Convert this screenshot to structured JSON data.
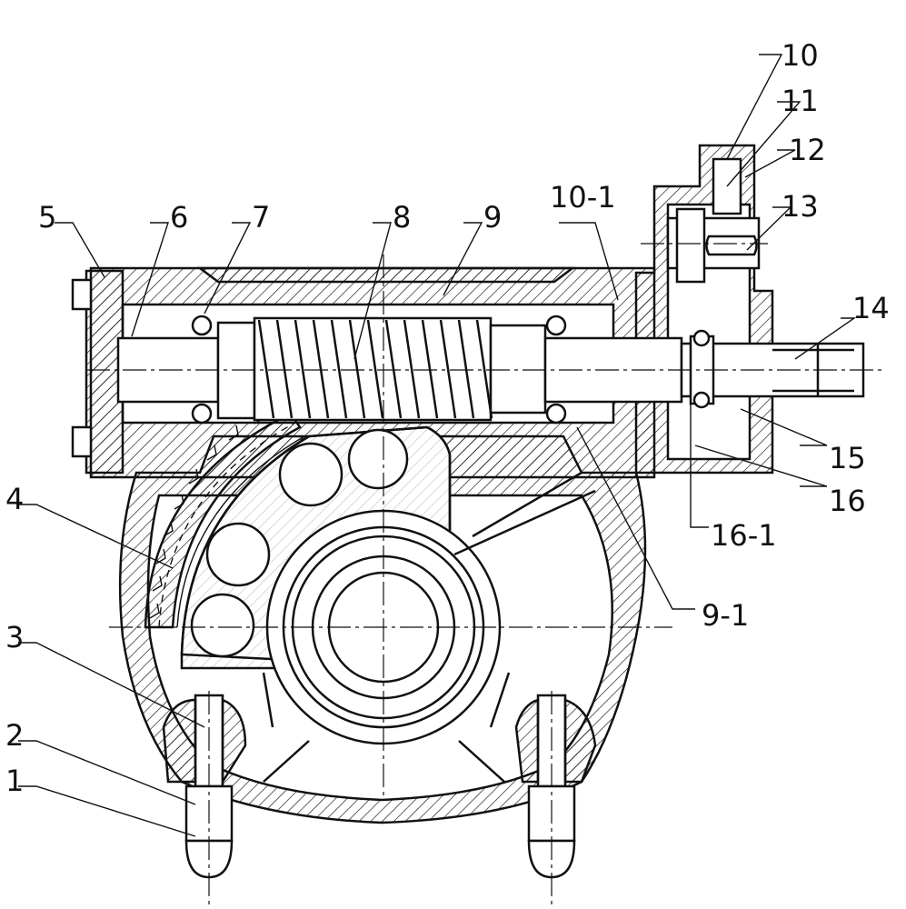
{
  "labels": {
    "n1": "1",
    "n2": "2",
    "n3": "3",
    "n4": "4",
    "n5": "5",
    "n6": "6",
    "n7": "7",
    "n8": "8",
    "n9": "9",
    "n9_1": "9-1",
    "n10": "10",
    "n10_1": "10-1",
    "n11": "11",
    "n12": "12",
    "n13": "13",
    "n14": "14",
    "n15": "15",
    "n16": "16",
    "n16_1": "16-1"
  }
}
